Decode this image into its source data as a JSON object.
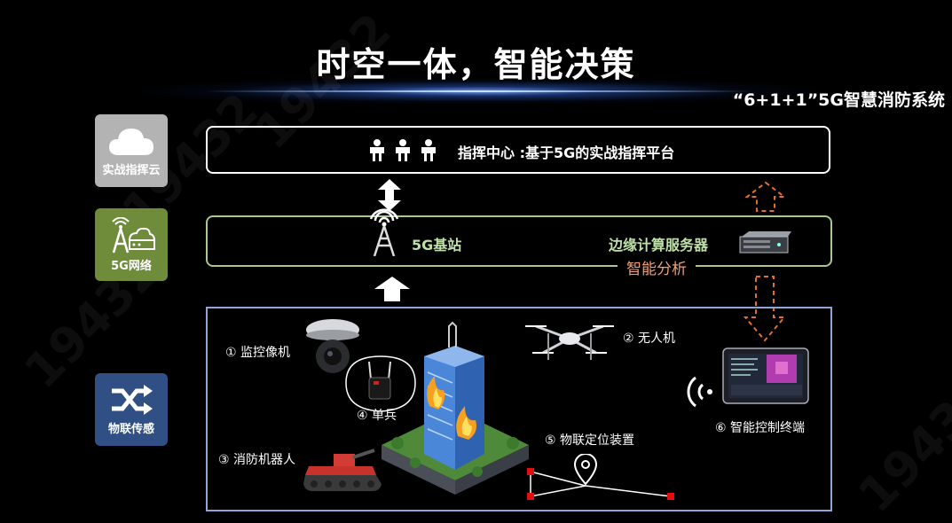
{
  "header": {
    "title": "时空一体，智能决策",
    "subtitle": "“6+1+1”5G智慧消防系统"
  },
  "watermark": "19432",
  "side_tiles": {
    "cloud": "实战指挥云",
    "network": "5G网络",
    "iot": "物联传感"
  },
  "command_center": {
    "label": "指挥中心 :基于5G的实战指挥平台"
  },
  "network_layer": {
    "base_station": "5G基站",
    "edge_server": "边缘计算服务器",
    "analysis": "智能分析"
  },
  "devices": {
    "camera": "① 监控像机",
    "drone": "② 无人机",
    "robot": "③ 消防机器人",
    "soldier": "④ 单兵",
    "locator": "⑤ 物联定位装置",
    "terminal": "⑥ 智能控制终端"
  },
  "colors": {
    "tile_cloud": "#b3b3b3",
    "tile_5g": "#6f8c3b",
    "tile_iot": "#2f4f85",
    "network_border": "#a7c98a",
    "analysis_text": "#f0a070",
    "dashed_arrow": "#e07030"
  }
}
